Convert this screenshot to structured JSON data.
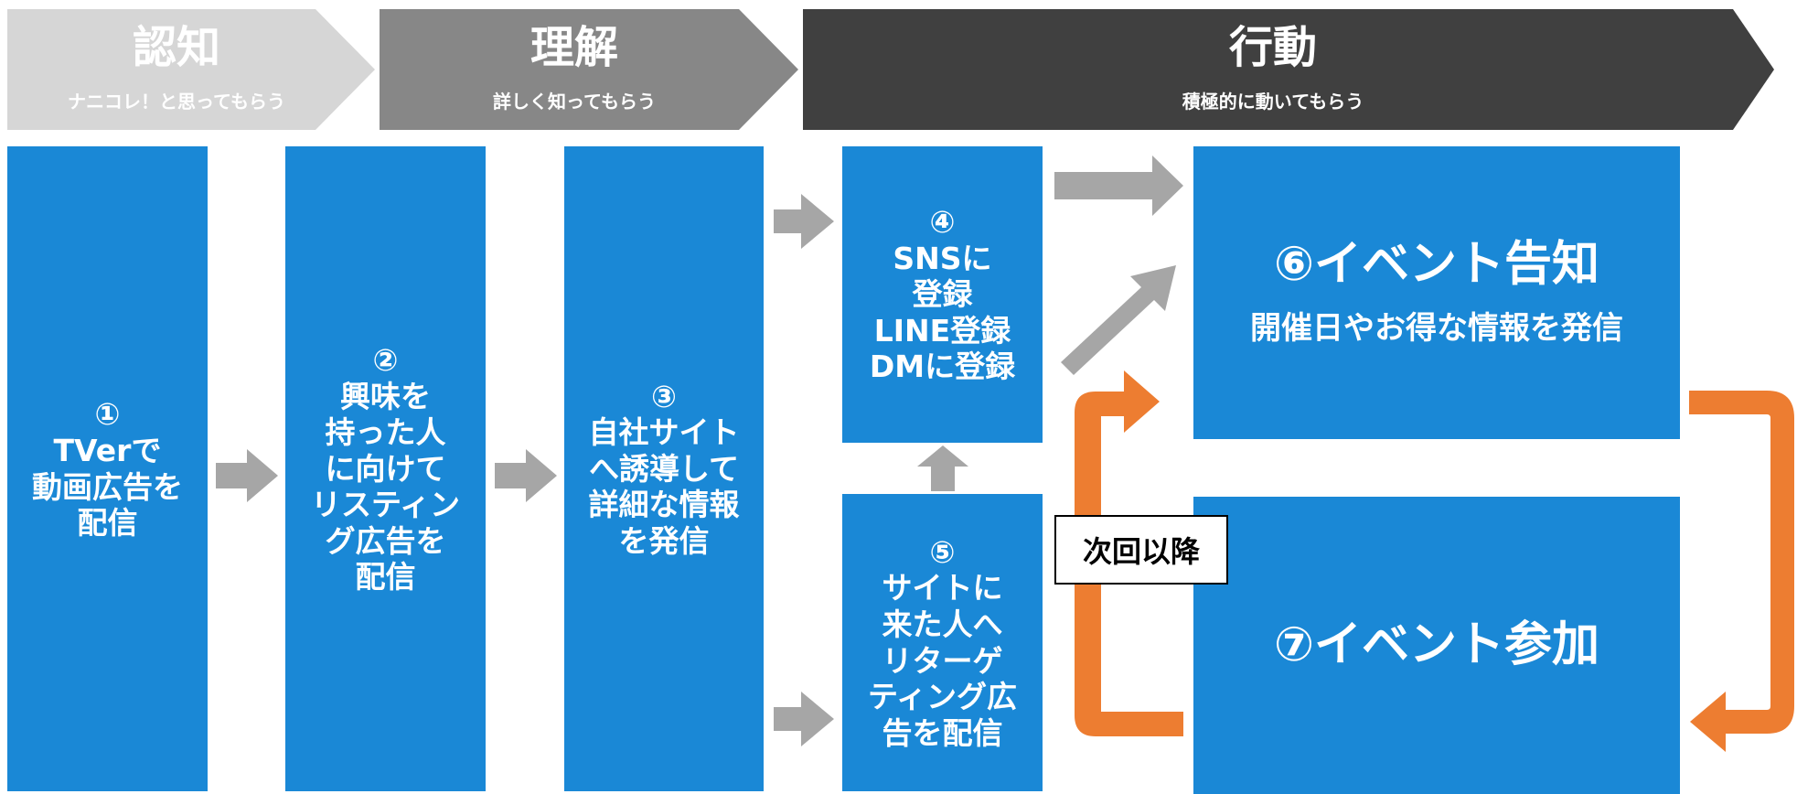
{
  "phases": [
    {
      "title": "認知",
      "subtitle": "ナニコレ！と思ってもらう",
      "color": "#d6d6d6"
    },
    {
      "title": "理解",
      "subtitle": "詳しく知ってもらう",
      "color": "#8a8a8a"
    },
    {
      "title": "行動",
      "subtitle": "積極的に動いてもらう",
      "color": "#404040"
    }
  ],
  "steps": {
    "s1": "①\nTVerで\n動画広告を\n配信",
    "s2": "②\n興味を\n持った人\nに向けて\nリスティン\nグ広告を\n配信",
    "s3": "③\n自社サイト\nへ誘導して\n詳細な情報\nを発信",
    "s4": "④\nSNSに\n登録\nLINE登録\nDMに登録",
    "s5": "⑤\nサイトに\n来た人へ\nリターゲ\nティング広\n告を配信",
    "s6_title": "⑥イベント告知",
    "s6_sub": "開催日やお得な情報を発信",
    "s7_title": "⑦イベント参加"
  },
  "loop_label": "次回以降",
  "colors": {
    "box_blue": "#1a88d6",
    "arrow_gray": "#a6a6a6",
    "loop_orange": "#ed7d31"
  }
}
